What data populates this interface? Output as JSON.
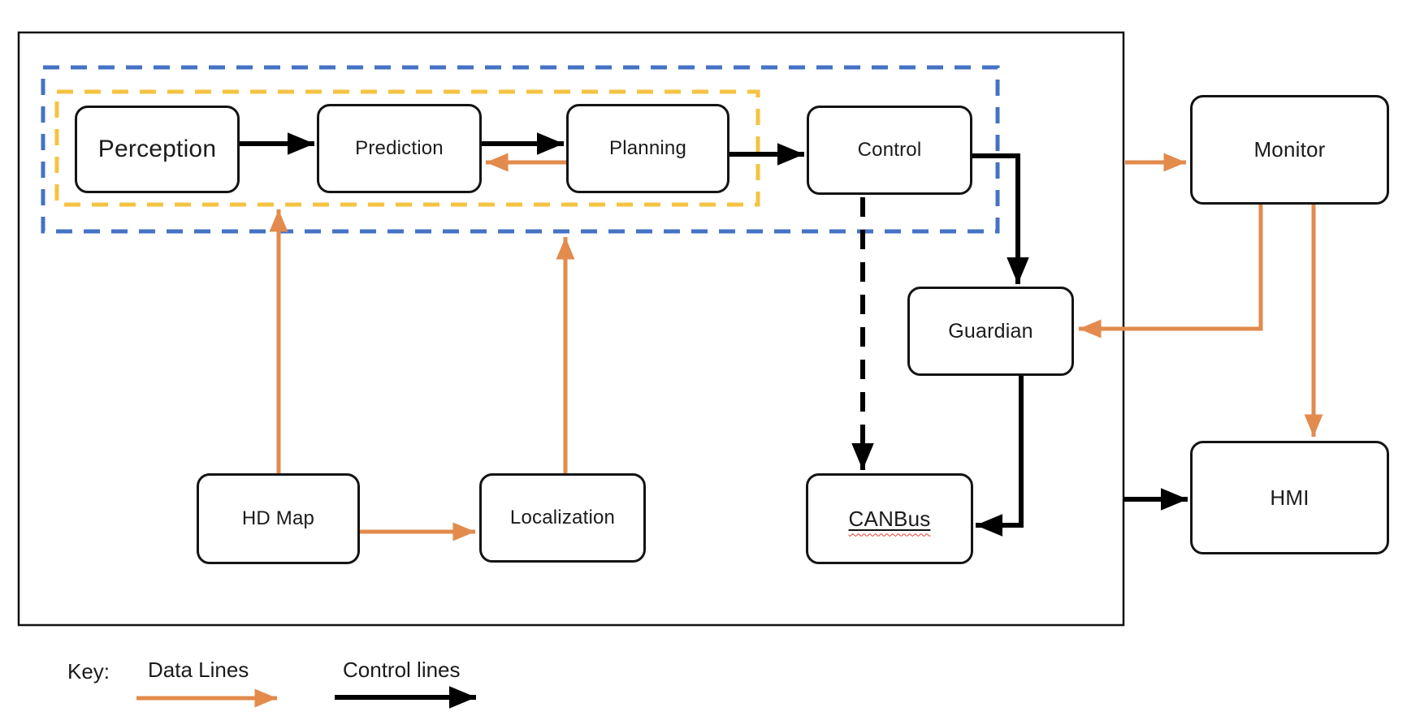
{
  "diagram": {
    "nodes": {
      "perception": {
        "label": "Perception"
      },
      "prediction": {
        "label": "Prediction"
      },
      "planning": {
        "label": "Planning"
      },
      "control": {
        "label": "Control"
      },
      "guardian": {
        "label": "Guardian"
      },
      "canbus": {
        "label": "CANBus"
      },
      "hd_map": {
        "label": "HD Map"
      },
      "localization": {
        "label": "Localization"
      },
      "monitor": {
        "label": "Monitor"
      },
      "hmi": {
        "label": "HMI"
      }
    },
    "key": {
      "title": "Key:",
      "data_lines_label": "Data Lines",
      "control_lines_label": "Control lines"
    },
    "colors": {
      "data-line": "#E28B4D",
      "control-line": "#000000",
      "blue-boundary": "#4472C4",
      "yellow-boundary": "#F5C342"
    }
  }
}
